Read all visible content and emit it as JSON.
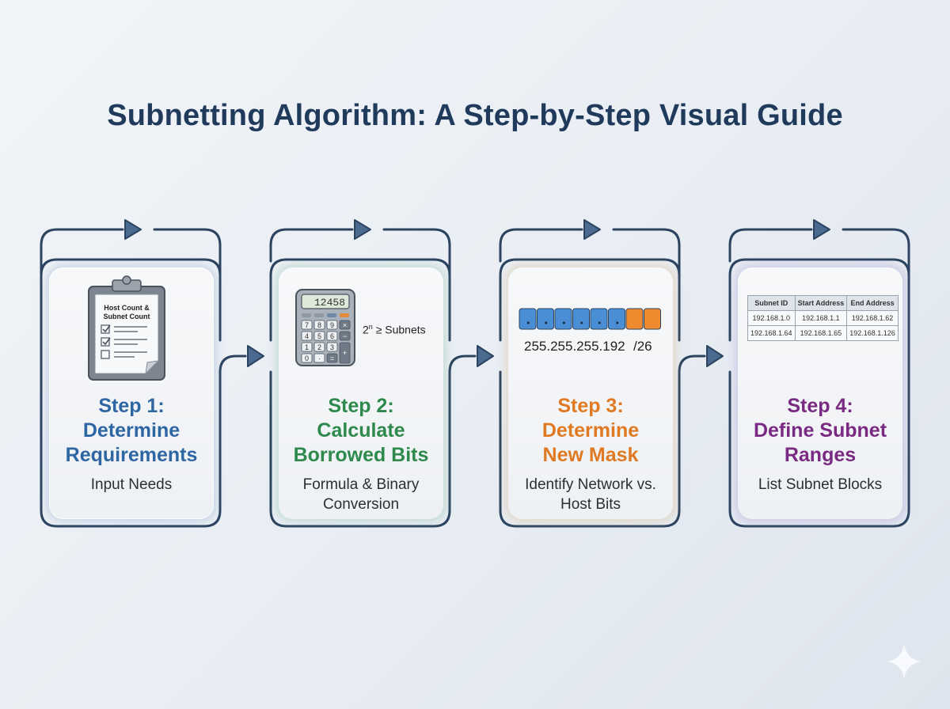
{
  "title": "Subnetting Algorithm: A Step-by-Step Visual Guide",
  "colors": {
    "step1": "#2e66a3",
    "step2": "#2e8a4c",
    "step3": "#e07a22",
    "step4": "#7a2a82",
    "connector": "#2c4460"
  },
  "steps": [
    {
      "title_line1": "Step 1:",
      "title_line2": "Determine",
      "title_line3": "Requirements",
      "subtitle_line1": "Input Needs",
      "subtitle_line2": "",
      "icon": "clipboard-checklist-icon",
      "clipboard_text_line1": "Host Count &",
      "clipboard_text_line2": "Subnet Count",
      "checklist": [
        true,
        true,
        false
      ]
    },
    {
      "title_line1": "Step 2:",
      "title_line2": "Calculate",
      "title_line3": "Borrowed Bits",
      "subtitle_line1": "Formula & Binary",
      "subtitle_line2": "Conversion",
      "icon": "calculator-icon",
      "calculator_display": "12458",
      "calculator_keys": [
        "7",
        "8",
        "9",
        "×",
        "4",
        "5",
        "6",
        "−",
        "1",
        "2",
        "3",
        "+",
        "0",
        "·",
        "="
      ],
      "formula_base": "2",
      "formula_exp": "n",
      "formula_rest": " ≥ Subnets"
    },
    {
      "title_line1": "Step 3:",
      "title_line2": "Determine",
      "title_line3": "New Mask",
      "subtitle_line1": "Identify Network vs.",
      "subtitle_line2": "Host Bits",
      "icon": "bit-mask-bar-icon",
      "mask": "255.255.255.192",
      "prefix": "/26",
      "network_segments": 6,
      "host_segments": 2
    },
    {
      "title_line1": "Step 4:",
      "title_line2": "Define Subnet",
      "title_line3": "Ranges",
      "subtitle_line1": "List Subnet Blocks",
      "subtitle_line2": "",
      "icon": "subnet-table-icon",
      "table": {
        "headers": [
          "Subnet ID",
          "Start Address",
          "End Address"
        ],
        "rows": [
          [
            "192.168.1.0",
            "192.168.1.1",
            "192.168.1.62"
          ],
          [
            "192.168.1.64",
            "192.168.1.65",
            "192.168.1.126"
          ]
        ]
      }
    }
  ],
  "watermark_icon": "sparkle-icon"
}
